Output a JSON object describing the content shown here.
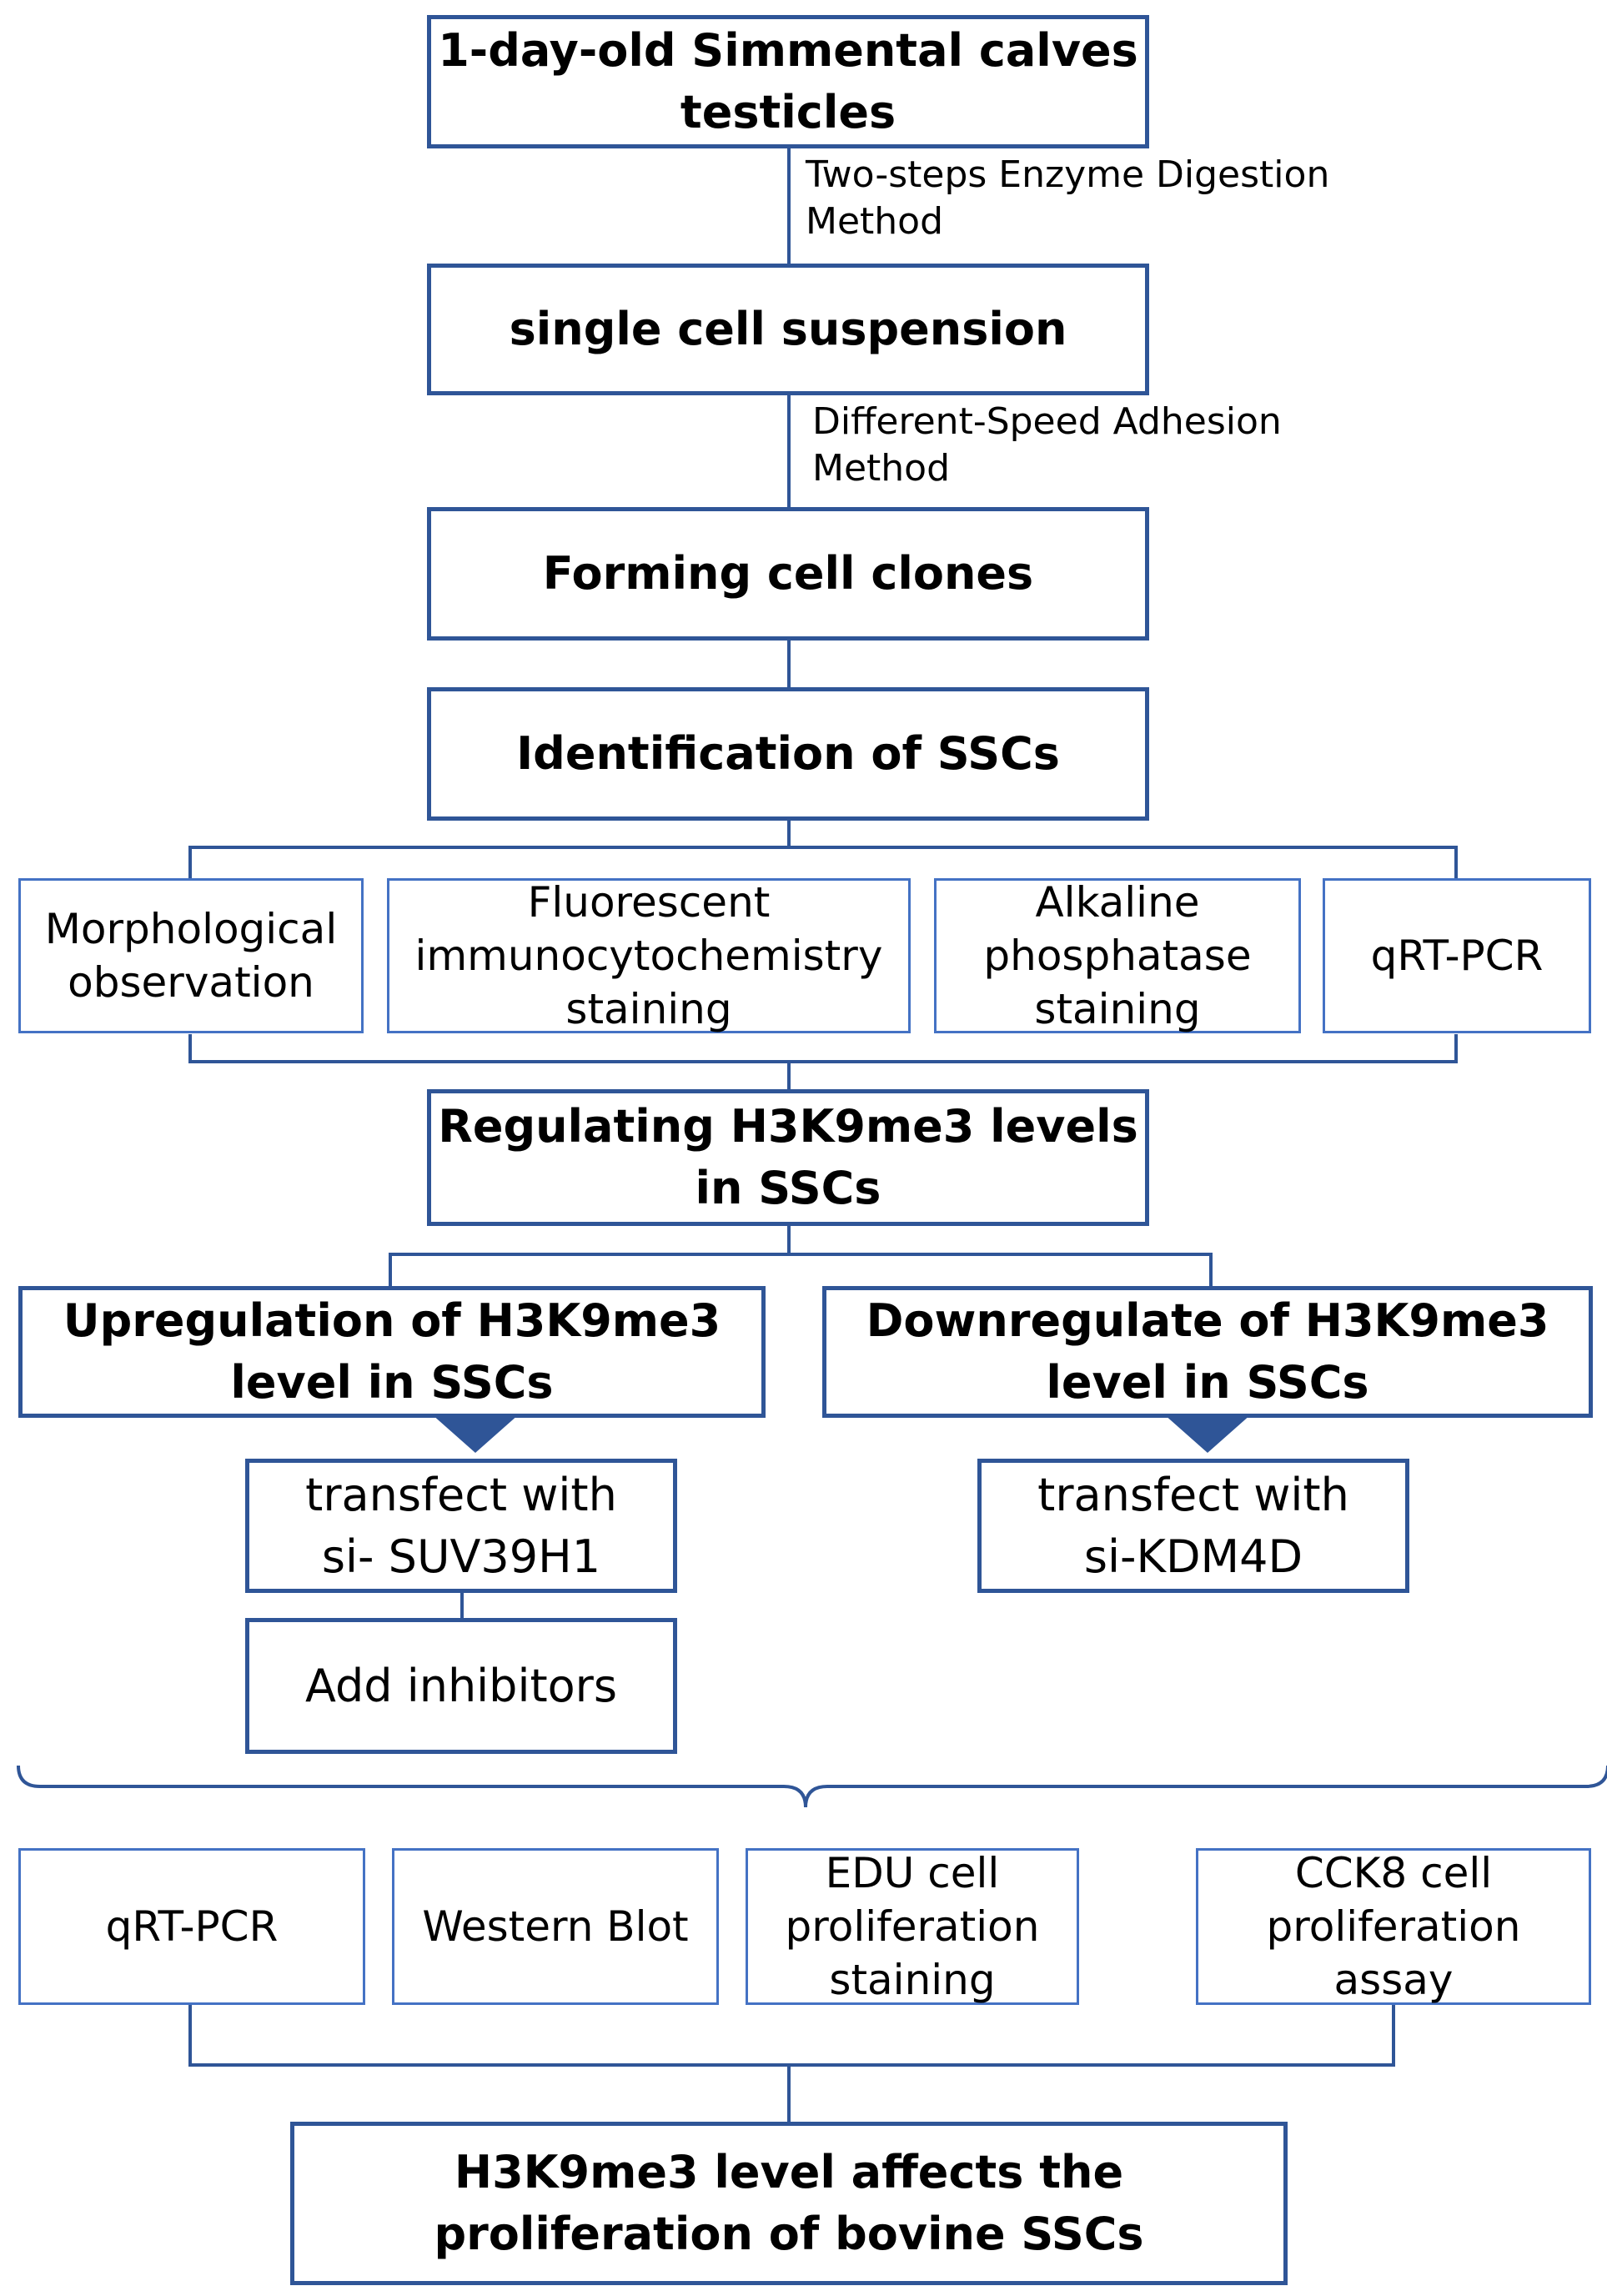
{
  "nodes": {
    "testicles": [
      "1-day-old Simmental calves",
      "testicles"
    ],
    "suspension": [
      "single cell suspension"
    ],
    "clones": [
      "Forming cell clones"
    ],
    "identification": [
      "Identification of SSCs"
    ],
    "morph": [
      "Morphological",
      "observation"
    ],
    "fluor": [
      "Fluorescent",
      "immunocytochemistry",
      "staining"
    ],
    "alkaline": [
      "Alkaline",
      "phosphatase",
      "staining"
    ],
    "qrtpcr1": [
      "qRT-PCR"
    ],
    "regulating": [
      "Regulating H3K9me3 levels",
      "in SSCs"
    ],
    "upregulation": [
      "Upregulation of H3K9me3",
      "level in SSCs"
    ],
    "downregulate": [
      "Downregulate of H3K9me3",
      "level in SSCs"
    ],
    "suv39h1": [
      "transfect with",
      "si- SUV39H1"
    ],
    "inhibitors": [
      "Add inhibitors"
    ],
    "kdm4d": [
      "transfect with",
      "si-KDM4D"
    ],
    "qrtpcr2": [
      "qRT-PCR"
    ],
    "western": [
      "Western Blot"
    ],
    "edu": [
      "EDU cell",
      "proliferation",
      "staining"
    ],
    "cck8": [
      "CCK8 cell",
      "proliferation",
      "assay"
    ],
    "conclusion": [
      "H3K9me3 level affects the",
      "proliferation of bovine SSCs"
    ]
  },
  "edge_labels": {
    "digestion": [
      "Two-steps Enzyme Digestion",
      "Method"
    ],
    "adhesion": [
      "Different-Speed Adhesion",
      "Method"
    ]
  },
  "colors": {
    "box_border": "#2f5597",
    "sub_border": "#4472c4",
    "connector": "#2f5597"
  }
}
